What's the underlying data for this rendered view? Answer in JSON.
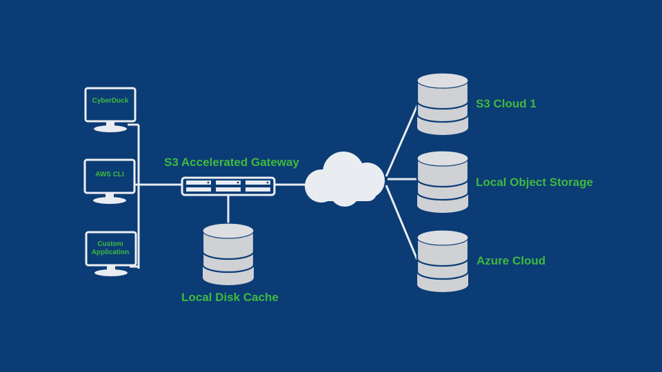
{
  "colors": {
    "background": "#0b3c75",
    "label": "#3fba3f",
    "line": "#e9ecf0",
    "disk": "#cfd1d5"
  },
  "clients": [
    {
      "name": "CyberDuck",
      "icon": "monitor-icon"
    },
    {
      "name": "AWS CLI",
      "icon": "monitor-icon"
    },
    {
      "name": "Custom Application",
      "icon": "monitor-icon"
    }
  ],
  "gateway": {
    "label": "S3 Accelerated Gateway",
    "icon": "server-rack-icon"
  },
  "cache": {
    "label": "Local Disk Cache",
    "icon": "database-icon"
  },
  "network": {
    "icon": "cloud-icon"
  },
  "storage_targets": [
    {
      "label": "S3 Cloud 1",
      "icon": "database-icon"
    },
    {
      "label": "Local Object Storage",
      "icon": "database-icon"
    },
    {
      "label": "Azure Cloud",
      "icon": "database-icon"
    }
  ]
}
